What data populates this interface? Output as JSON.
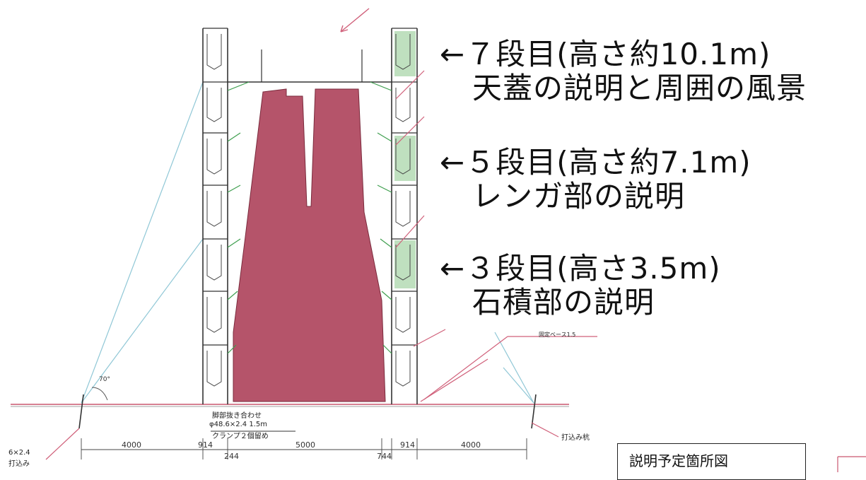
{
  "labels": {
    "row7": {
      "head": "←７段目(高さ約10.1m)",
      "desc": "天蓋の説明と周囲の風景"
    },
    "row5": {
      "head": "←５段目(高さ約7.1m)",
      "desc": "レンガ部の説明"
    },
    "row3": {
      "head": "←３段目(高さ3.5m)",
      "desc": "石積部の説明"
    }
  },
  "annotations": {
    "base_joint_1": "脚部抜き合わせ",
    "base_joint_2": "φ48.6×2.4 1.5m",
    "base_joint_3": "クランプ２個留め",
    "anchor_right": "打込み杭",
    "anchor_left_1": "6×2.4",
    "anchor_left_2": "打込み",
    "fixing_note": "固定ベース1.5"
  },
  "dimensions": {
    "d1": "4000",
    "d2": "914",
    "d3": "244",
    "d4": "5000",
    "d5": "744",
    "d6": "914",
    "d7": "4000",
    "angle": "70°"
  },
  "title_box": "説明予定箇所図",
  "colors": {
    "chimney": "#b5546a",
    "highlight": "#bfe0bf",
    "guide": "#8fc7d6",
    "leader": "#d0607a"
  }
}
